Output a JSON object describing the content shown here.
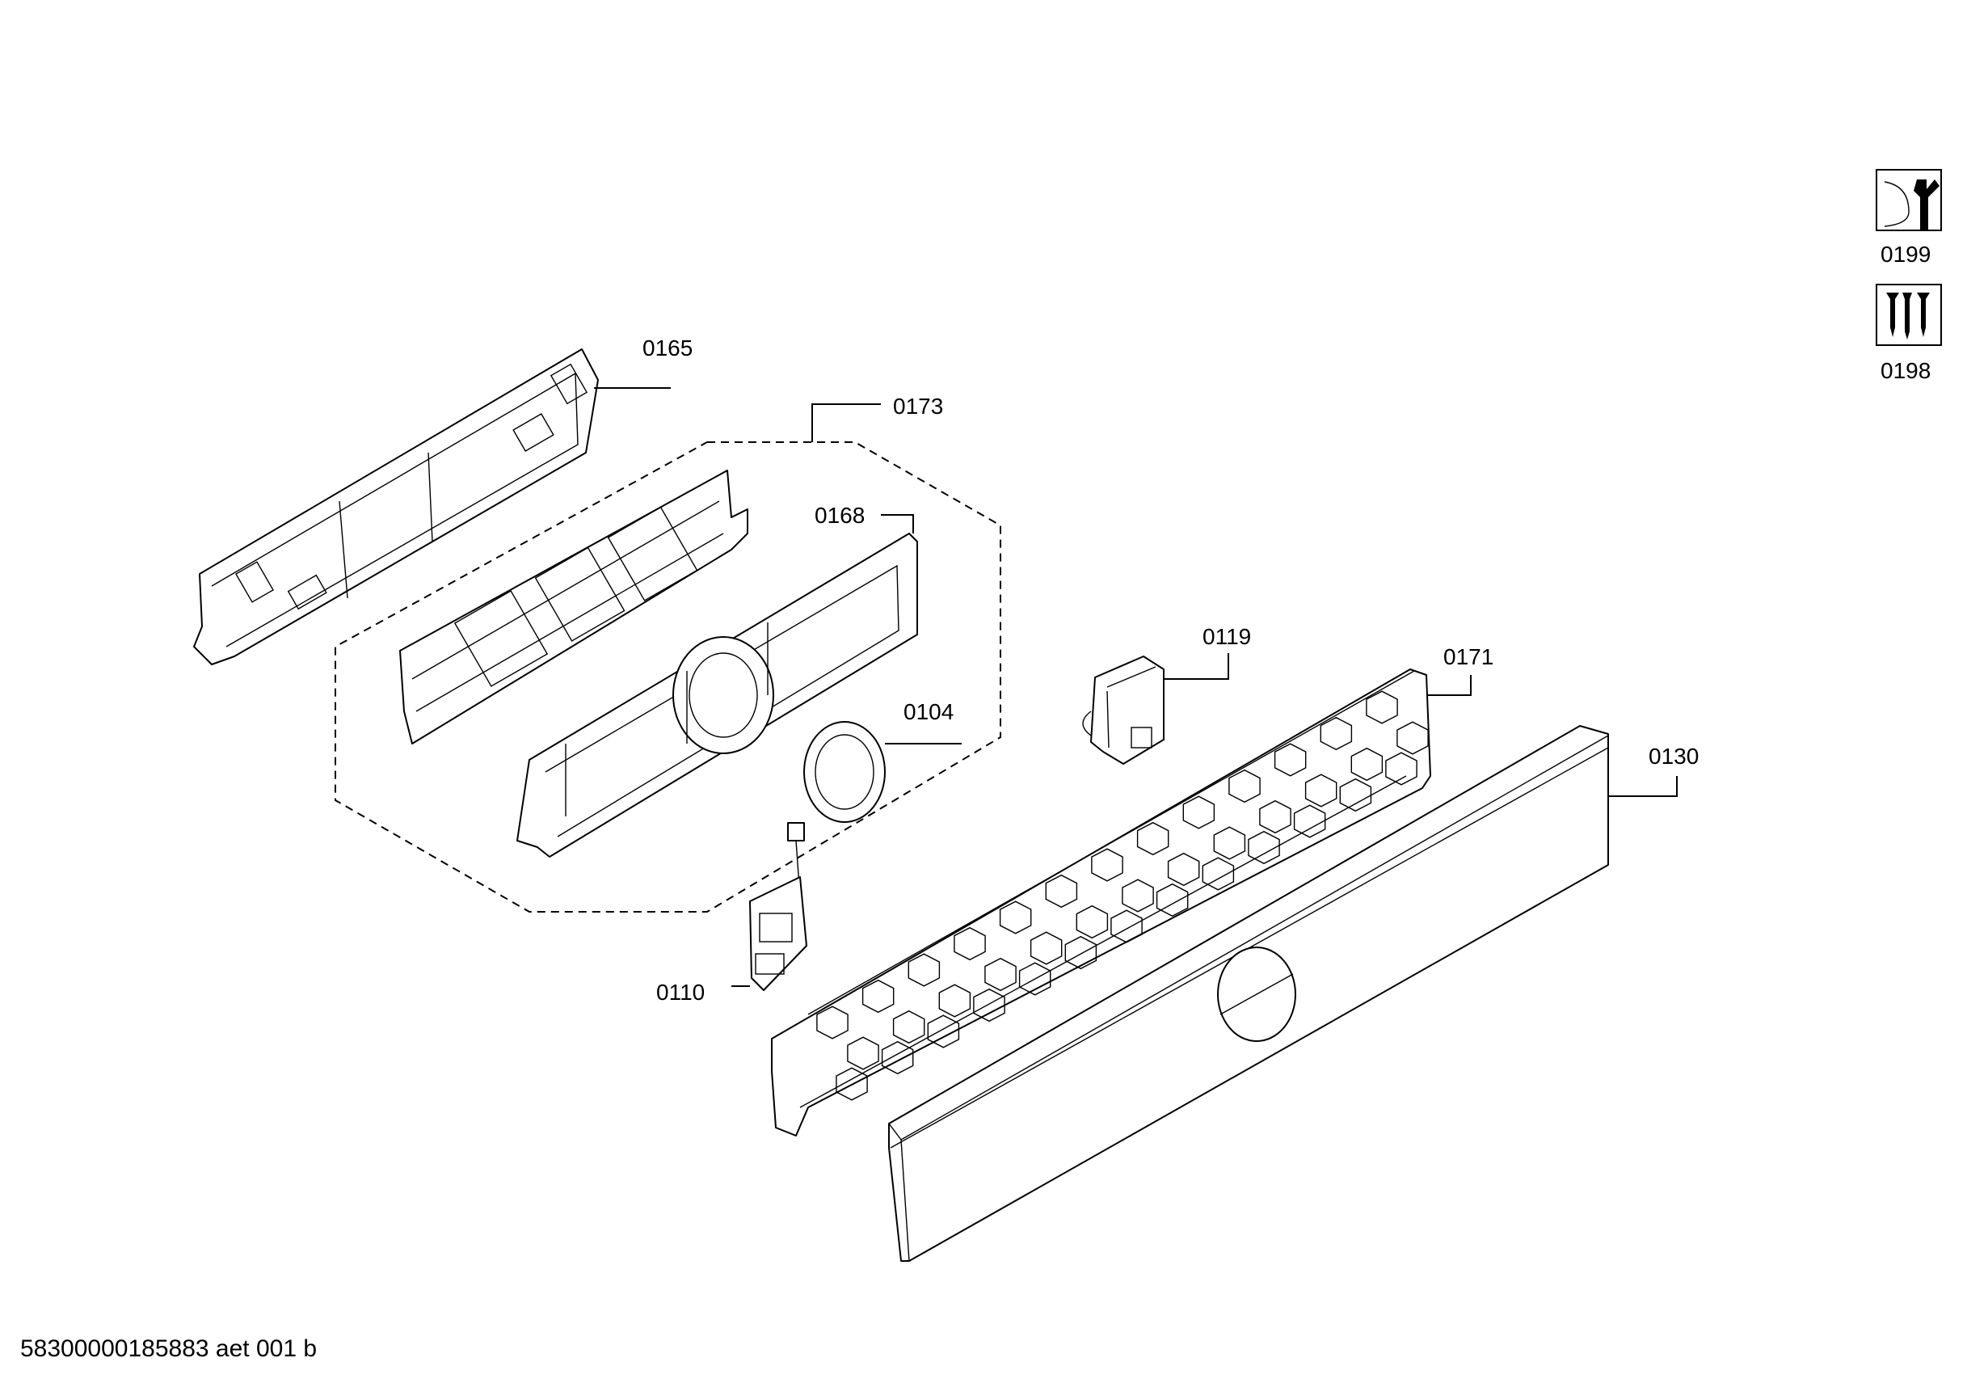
{
  "labels": {
    "p0165": "0165",
    "p0173": "0173",
    "p0168": "0168",
    "p0104": "0104",
    "p0110": "0110",
    "p0119": "0119",
    "p0171": "0171",
    "p0130": "0130",
    "p0199": "0199",
    "p0198": "0198"
  },
  "footer": {
    "drawing_id": "58300000185883 aet 001 b"
  },
  "icons": {
    "service": "wrench-tool-icon",
    "screws": "screw-set-icon"
  }
}
